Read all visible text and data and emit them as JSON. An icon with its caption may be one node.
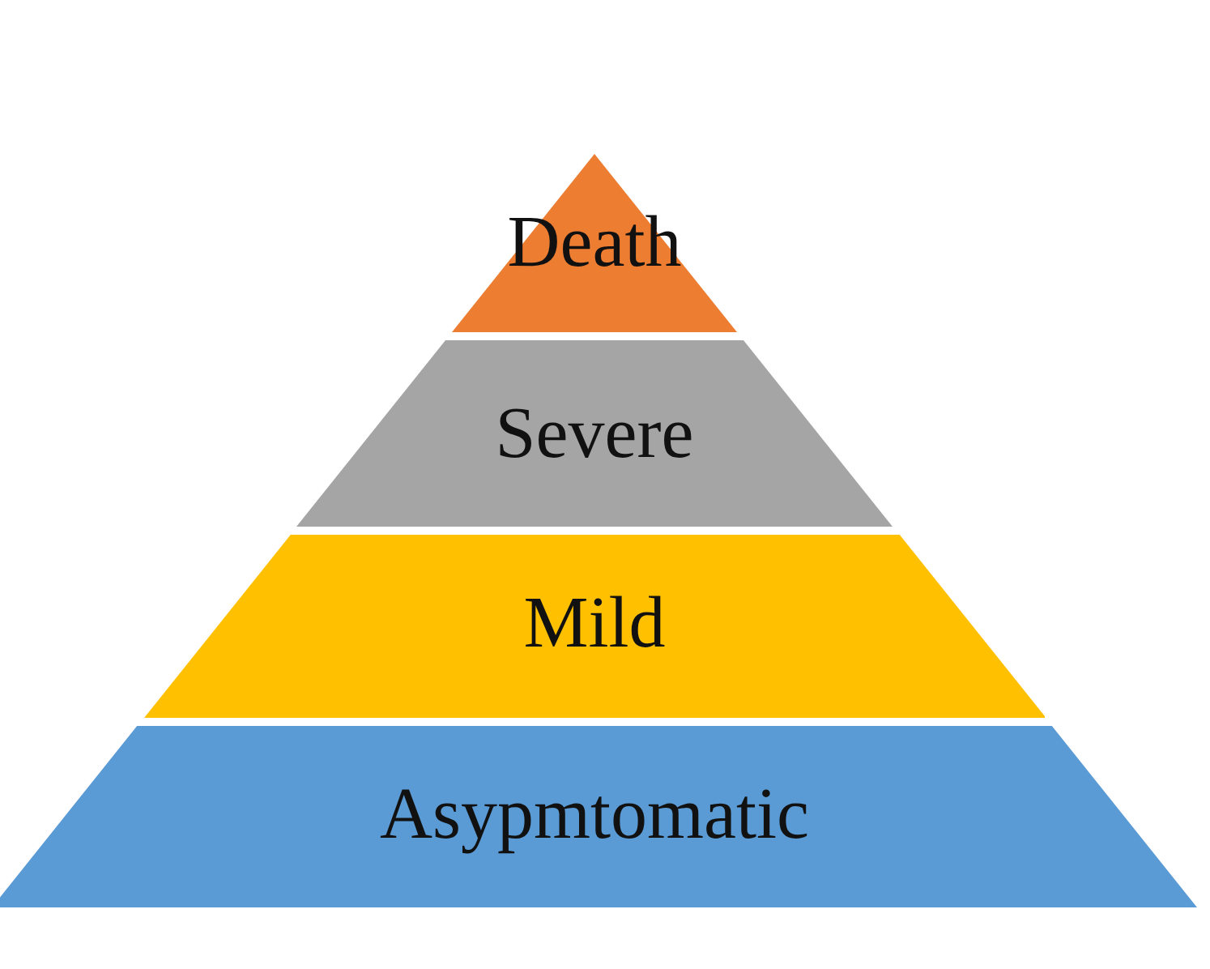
{
  "diagram": {
    "nodes": [
      {
        "text": [
          "Death"
        ]
      },
      {
        "text": [
          "Severe"
        ]
      },
      {
        "text": [
          "Mild"
        ]
      },
      {
        "text": [
          "Asypmtomatic"
        ]
      }
    ]
  }
}
